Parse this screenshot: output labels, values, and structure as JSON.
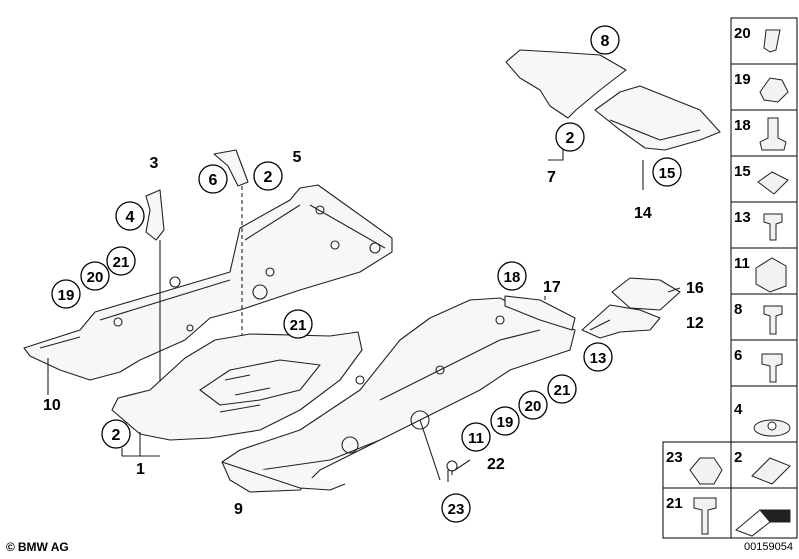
{
  "diagram": {
    "callouts": [
      "8",
      "2",
      "15",
      "3",
      "5",
      "6",
      "2",
      "4",
      "21",
      "20",
      "19",
      "18",
      "21",
      "13",
      "2",
      "11",
      "19",
      "20",
      "21",
      "23"
    ],
    "labels": [
      "7",
      "14",
      "10",
      "1",
      "17",
      "16",
      "12",
      "22",
      "9"
    ],
    "side_parts": [
      "20",
      "19",
      "18",
      "15",
      "13",
      "11",
      "8",
      "6",
      "4",
      "23",
      "2",
      "21"
    ]
  },
  "footer": {
    "copyright_symbol": "©",
    "copyright_text": "BMW AG",
    "document_number": "00159054"
  }
}
